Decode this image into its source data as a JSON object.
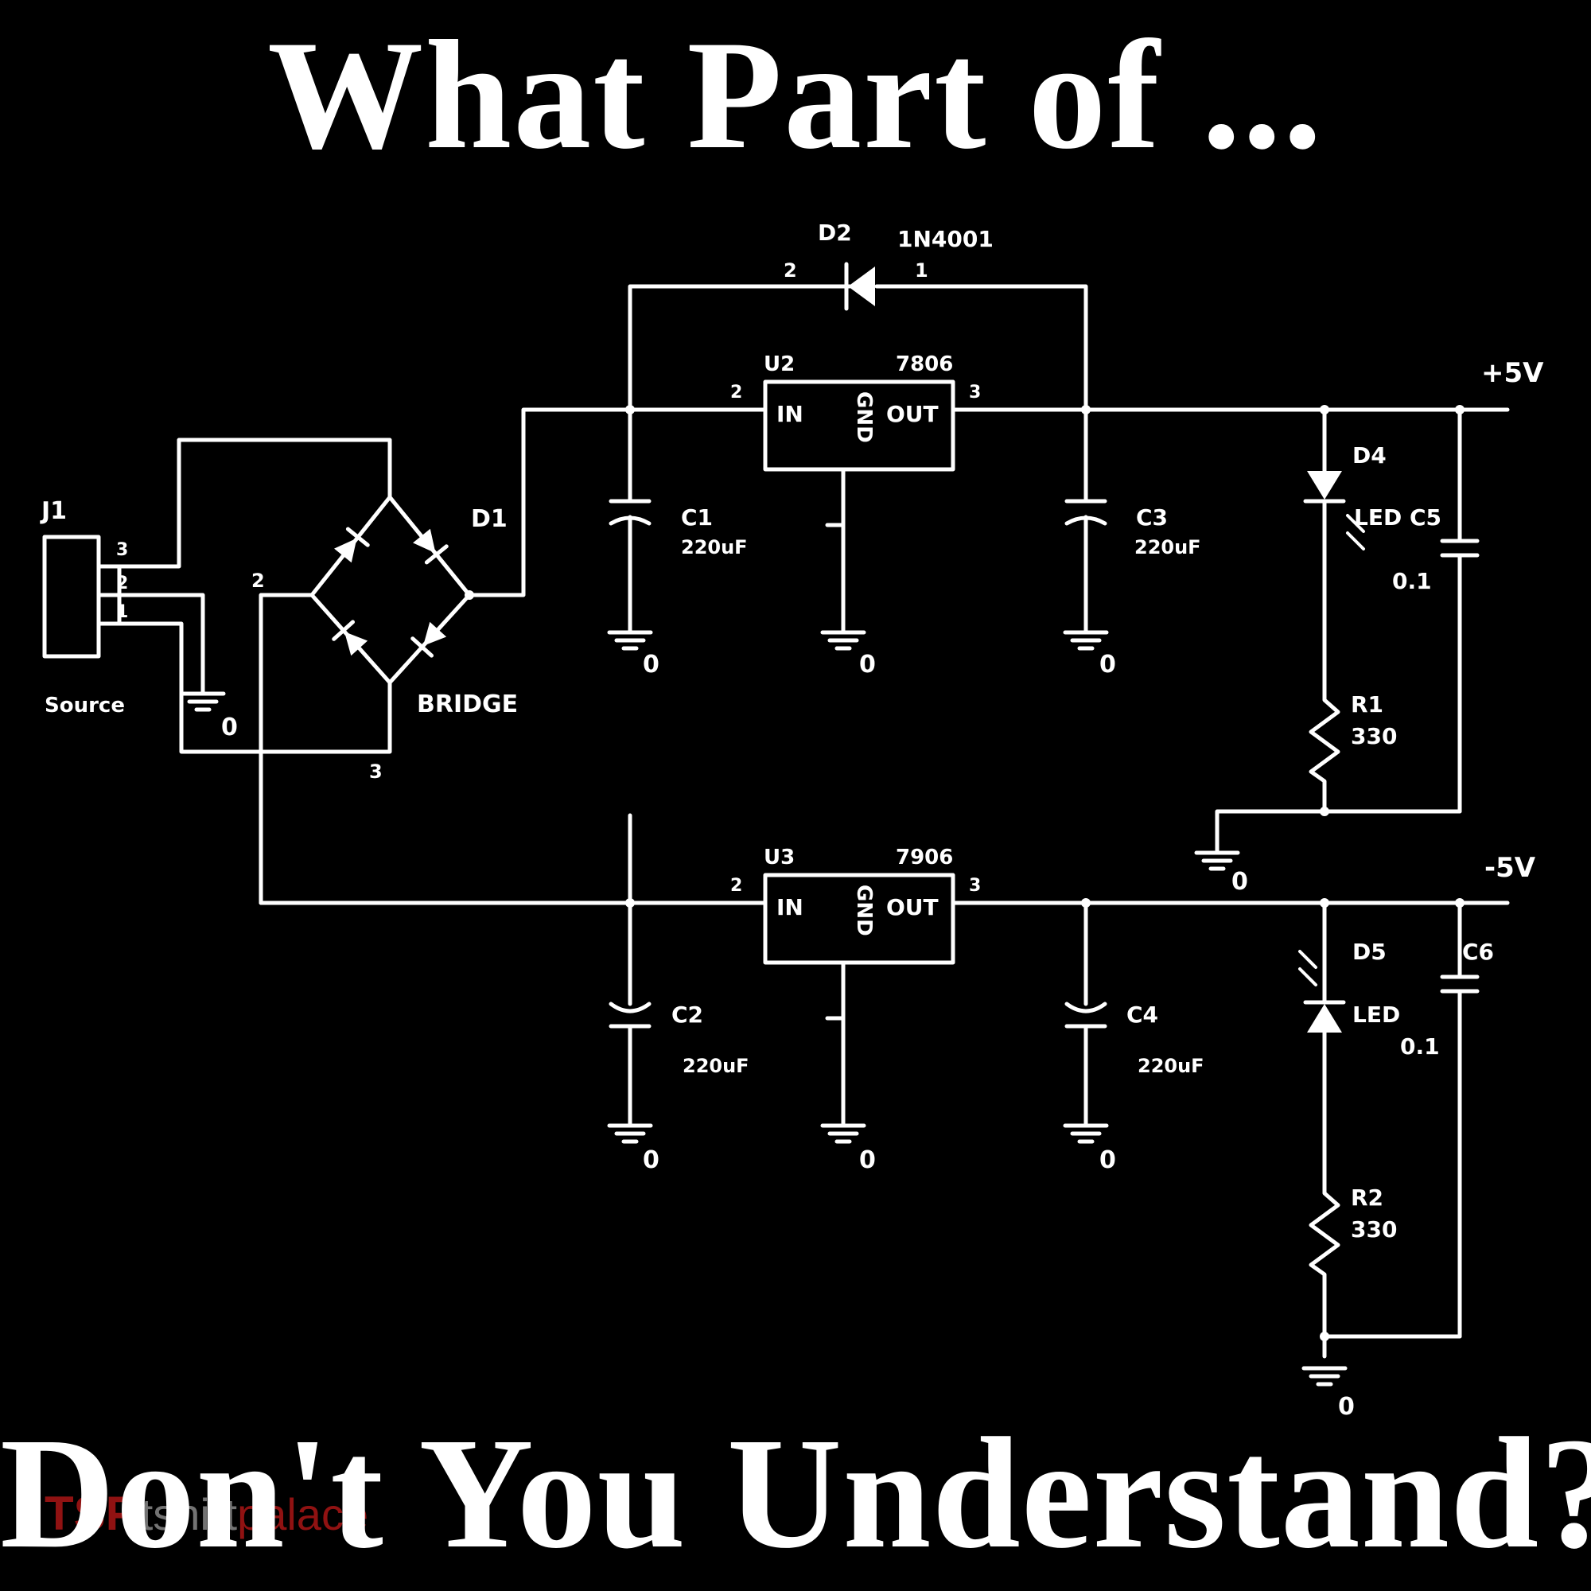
{
  "title_top": "What Part of ...",
  "title_bottom": "Don't You Understand?",
  "watermark": {
    "mark": "TSP",
    "text1": "tshirt",
    "text2": "palace"
  },
  "colors": {
    "background": "#000000",
    "ink": "#ffffff",
    "watermark": "#c01818"
  },
  "schematic": {
    "connector": {
      "ref": "J1",
      "name": "Source",
      "pins": [
        "3",
        "2",
        "1"
      ]
    },
    "bridge": {
      "ref": "D1",
      "name": "BRIDGE",
      "pins": [
        "2",
        "3"
      ]
    },
    "bypass_diode": {
      "ref": "D2",
      "part": "1N4001",
      "pin_a": "2",
      "pin_k": "1"
    },
    "regulator_top": {
      "ref": "U2",
      "part": "7806",
      "in": "IN",
      "gnd": "GND",
      "out": "OUT",
      "pin_in": "2",
      "pin_out": "3"
    },
    "regulator_bottom": {
      "ref": "U3",
      "part": "7906",
      "in": "IN",
      "gnd": "GND",
      "out": "OUT",
      "pin_in": "2",
      "pin_out": "3"
    },
    "capacitors": {
      "c1": {
        "ref": "C1",
        "value": "220uF"
      },
      "c2": {
        "ref": "C2",
        "value": "220uF"
      },
      "c3": {
        "ref": "C3",
        "value": "220uF"
      },
      "c4": {
        "ref": "C4",
        "value": "220uF"
      },
      "c5": {
        "ref": "C5",
        "value": "0.1"
      },
      "c6": {
        "ref": "C6",
        "value": "0.1"
      }
    },
    "leds": {
      "top": {
        "ref": "D4",
        "name": "LED"
      },
      "bottom": {
        "ref": "D5",
        "name": "LED"
      }
    },
    "resistors": {
      "r1": {
        "ref": "R1",
        "value": "330"
      },
      "r2": {
        "ref": "R2",
        "value": "330"
      }
    },
    "rails": {
      "positive": "+5V",
      "negative": "-5V"
    },
    "ground_label": "0"
  }
}
